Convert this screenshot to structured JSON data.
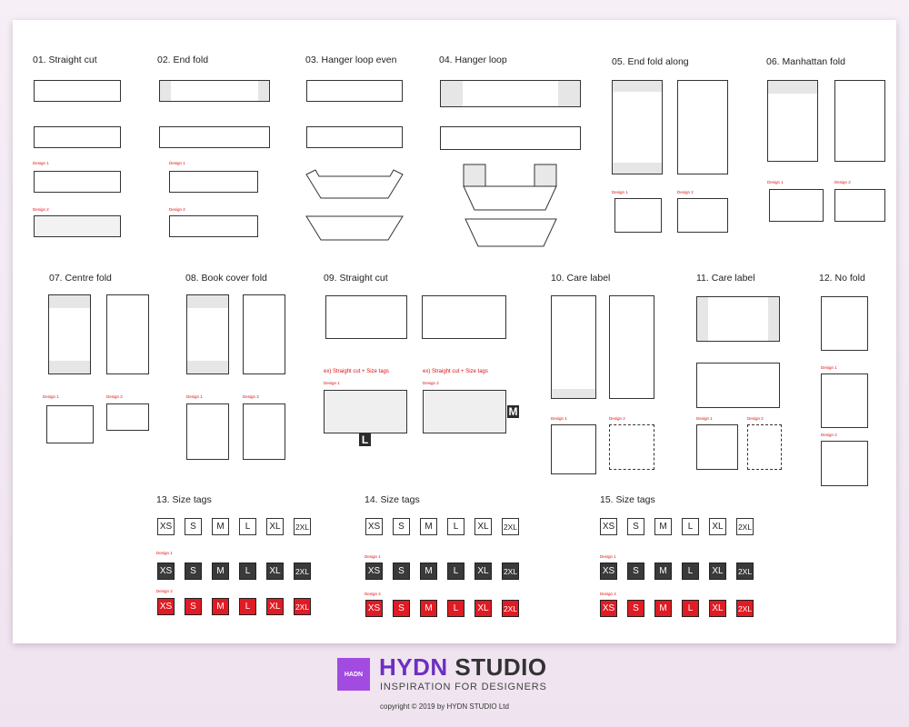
{
  "brand": {
    "logo_text": "HADN",
    "name_part1": "HYDN",
    "name_part2": "STUDIO",
    "tagline": "INSPIRATION FOR DESIGNERS",
    "copyright": "copyright © 2019 by HYDN STUDIO Ltd"
  },
  "titles": {
    "t01": "01. Straight cut",
    "t02": "02. End fold",
    "t03": "03. Hanger loop even",
    "t04": "04. Hanger loop",
    "t05": "05. End fold along",
    "t06": "06. Manhattan fold",
    "t07": "07. Centre fold",
    "t08": "08. Book cover fold",
    "t09": "09. Straight cut",
    "t10": "10. Care label",
    "t11": "11. Care label",
    "t12": "12. No fold",
    "t13": "13. Size tags",
    "t14": "14. Size tags",
    "t15": "15. Size tags"
  },
  "labels": {
    "design1": "Design 1",
    "design2": "Design 2",
    "ex1": "ex) Straight cut + Size tags",
    "ex2": "ex) Straight cut + Size tags",
    "tag_l": "L",
    "tag_m": "M"
  },
  "sizes": [
    "XS",
    "S",
    "M",
    "L",
    "XL",
    "2XL"
  ],
  "colors": {
    "accent_red": "#e01b24",
    "dark_tag": "#3a3a3a",
    "brand_purple": "#6d2fbf"
  }
}
